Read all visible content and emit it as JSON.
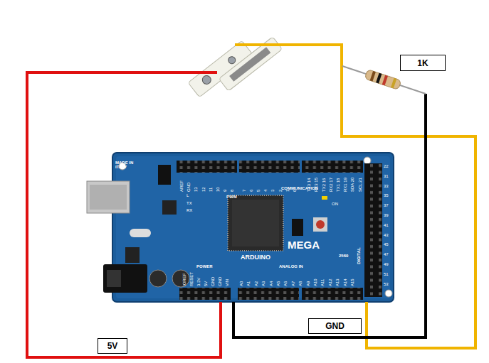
{
  "diagram": {
    "nodes": [
      {
        "text": [
          "1K"
        ]
      },
      {
        "text": [
          "5V"
        ]
      },
      {
        "text": [
          "GND"
        ]
      }
    ],
    "labels": [
      "MADE IN ITALY",
      "AREF",
      "GND",
      "13",
      "12",
      "11",
      "10",
      "9",
      "8",
      "7",
      "6",
      "5",
      "4",
      "3",
      "2",
      "1",
      "0",
      "TX3 14",
      "RX3 15",
      "TX2 16",
      "RX2 17",
      "TX1 18",
      "RX1 19",
      "SDA 20",
      "SCL 21",
      "PWM",
      "COMMUNICATION",
      "L",
      "TX",
      "RX",
      "ON",
      "ARDUINO",
      "MEGA",
      "2560",
      "POWER",
      "ANALOG IN",
      "DIGITAL",
      "IOREF",
      "RESET",
      "3.3V",
      "5V",
      "GND",
      "GND",
      "VIN",
      "A0",
      "A1",
      "A2",
      "A3",
      "A4",
      "A5",
      "A6",
      "A7",
      "A8",
      "A9",
      "A10",
      "A11",
      "A12",
      "A13",
      "A14",
      "A15",
      "22",
      "31",
      "33",
      "35",
      "37",
      "39",
      "41",
      "43",
      "45",
      "47",
      "49",
      "51",
      "53"
    ]
  }
}
